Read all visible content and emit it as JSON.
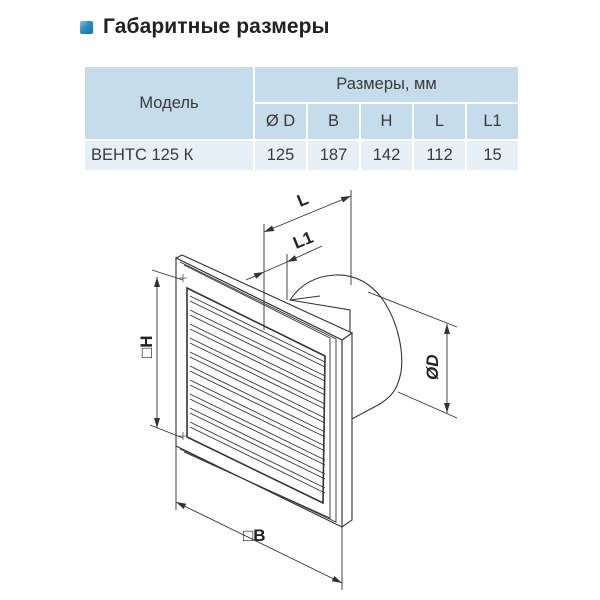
{
  "header": {
    "bullet_color": "#2a8fc4",
    "title": "Габаритные размеры"
  },
  "table": {
    "model_header": "Модель",
    "group_header": "Размеры, мм",
    "columns": [
      "Ø D",
      "B",
      "H",
      "L",
      "L1"
    ],
    "rows": [
      {
        "model": "ВЕНТС 125 К",
        "values": [
          "125",
          "187",
          "142",
          "112",
          "15"
        ]
      }
    ],
    "header_bg": "#c5dcea",
    "row_bg": "#e6eff5"
  },
  "drawing": {
    "labels": {
      "L": "L",
      "L1": "L1",
      "H": "□H",
      "D": "ØD",
      "B": "□B"
    }
  }
}
